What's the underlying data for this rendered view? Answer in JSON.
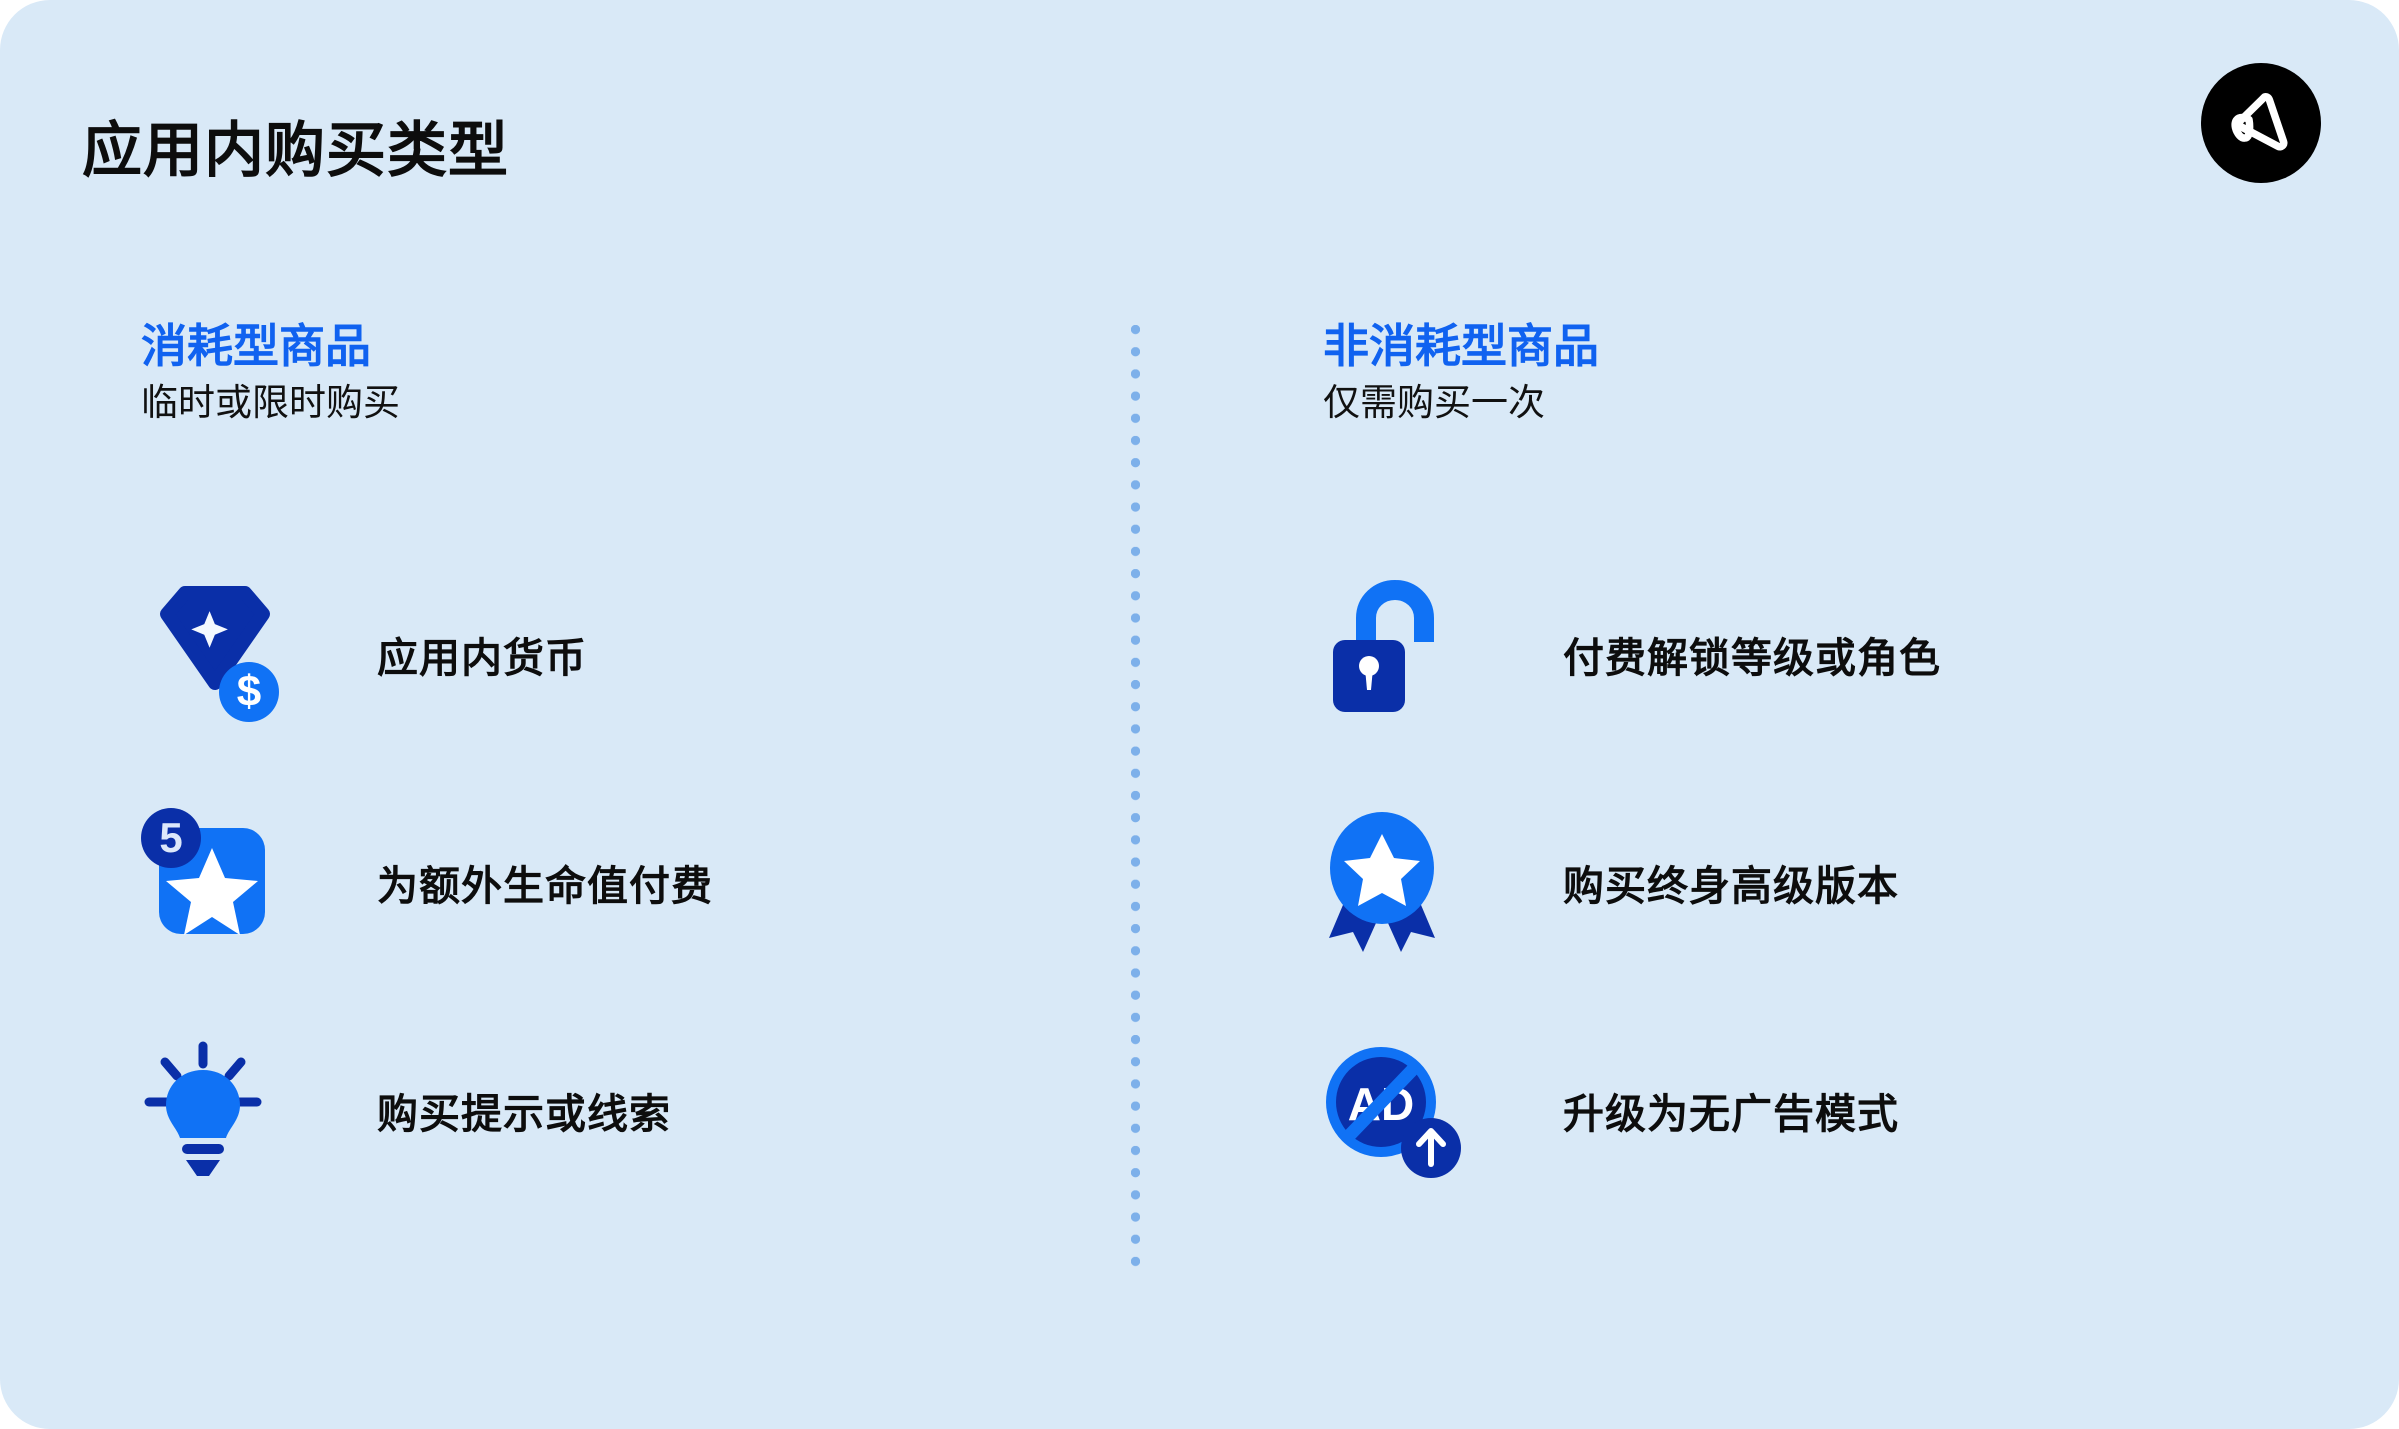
{
  "page": {
    "title": "应用内购买类型",
    "background_color": "#d9e9f7",
    "accent_blue": "#1062f0",
    "deep_blue": "#0a2fa8",
    "logo_name": "appsflyer-logo"
  },
  "divider": {
    "style": "vertical-dotted",
    "color": "#7db0ea"
  },
  "columns": [
    {
      "id": "consumable",
      "heading": "消耗型商品",
      "subtitle": "临时或限时购买",
      "items": [
        {
          "icon": "gem-dollar-icon",
          "label": "应用内货币",
          "badge": "$"
        },
        {
          "icon": "star-badge-icon",
          "label": "为额外生命值付费",
          "badge": "5"
        },
        {
          "icon": "lightbulb-icon",
          "label": "购买提示或线索",
          "badge": ""
        }
      ]
    },
    {
      "id": "non-consumable",
      "heading": "非消耗型商品",
      "subtitle": "仅需购买一次",
      "items": [
        {
          "icon": "open-padlock-icon",
          "label": "付费解锁等级或角色",
          "badge": ""
        },
        {
          "icon": "award-ribbon-icon",
          "label": "购买终身高级版本",
          "badge": ""
        },
        {
          "icon": "no-ads-upgrade-icon",
          "label": "升级为无广告模式",
          "badge": "AD"
        }
      ]
    }
  ]
}
